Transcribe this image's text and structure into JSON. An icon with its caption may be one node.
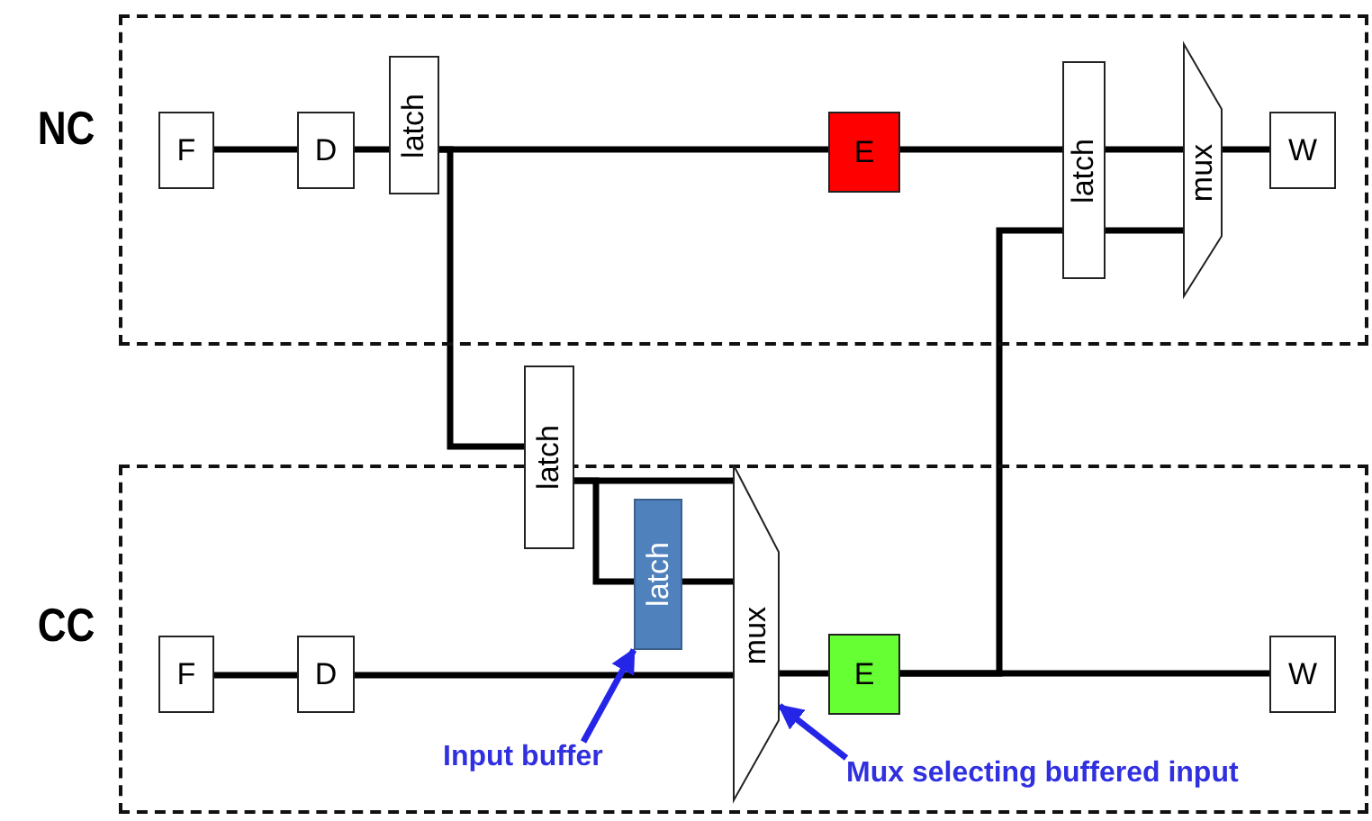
{
  "diagram": {
    "nodes": [
      {
        "text": [
          "NC"
        ]
      },
      {
        "text": [
          "F"
        ],
        "in": 0
      },
      {
        "text": [
          "D"
        ],
        "in": 0
      },
      {
        "text": [
          "latch"
        ],
        "in": 0
      },
      {
        "text": [
          "E"
        ],
        "in": 0
      },
      {
        "text": [
          "latch"
        ],
        "in": 0
      },
      {
        "text": [
          "mux"
        ],
        "in": 0
      },
      {
        "text": [
          "W"
        ],
        "in": 0
      },
      {
        "text": [
          "CC"
        ]
      },
      {
        "text": [
          "F"
        ],
        "in": 8
      },
      {
        "text": [
          "D"
        ],
        "in": 8
      },
      {
        "text": [
          "latch"
        ]
      },
      {
        "text": [
          "latch"
        ],
        "in": 8
      },
      {
        "text": [
          "mux"
        ],
        "in": 8
      },
      {
        "text": [
          "E"
        ],
        "in": 8
      },
      {
        "text": [
          "W"
        ],
        "in": 8
      },
      {
        "text": [
          "Input buffer"
        ],
        "in": 8
      },
      {
        "text": [
          "Mux selecting buffered input"
        ],
        "in": 8
      }
    ],
    "edges": [
      {
        "from": 1,
        "to": 2,
        "arrow": "none"
      },
      {
        "from": 2,
        "to": 3,
        "arrow": "none"
      },
      {
        "from": 3,
        "to": 4,
        "arrow": "none"
      },
      {
        "from": 4,
        "to": 5,
        "arrow": "none"
      },
      {
        "from": 5,
        "to": 6,
        "arrow": "none"
      },
      {
        "from": 5,
        "to": 6,
        "arrow": "none"
      },
      {
        "from": 6,
        "to": 7,
        "arrow": "none"
      },
      {
        "from": 3,
        "to": 11,
        "arrow": "none"
      },
      {
        "from": 11,
        "to": 13,
        "arrow": "none"
      },
      {
        "from": 11,
        "to": 12,
        "arrow": "none"
      },
      {
        "from": 12,
        "to": 13,
        "arrow": "none"
      },
      {
        "from": 9,
        "to": 10,
        "arrow": "none"
      },
      {
        "from": 10,
        "to": 13,
        "arrow": "none"
      },
      {
        "from": 13,
        "to": 14,
        "arrow": "none"
      },
      {
        "from": 14,
        "to": 15,
        "arrow": "none"
      },
      {
        "from": 14,
        "to": 5,
        "arrow": "none"
      },
      {
        "from": 16,
        "to": 12,
        "arrow": "to",
        "color": "#2525e8"
      },
      {
        "from": 17,
        "to": 13,
        "arrow": "to",
        "color": "#2525e8"
      }
    ]
  }
}
